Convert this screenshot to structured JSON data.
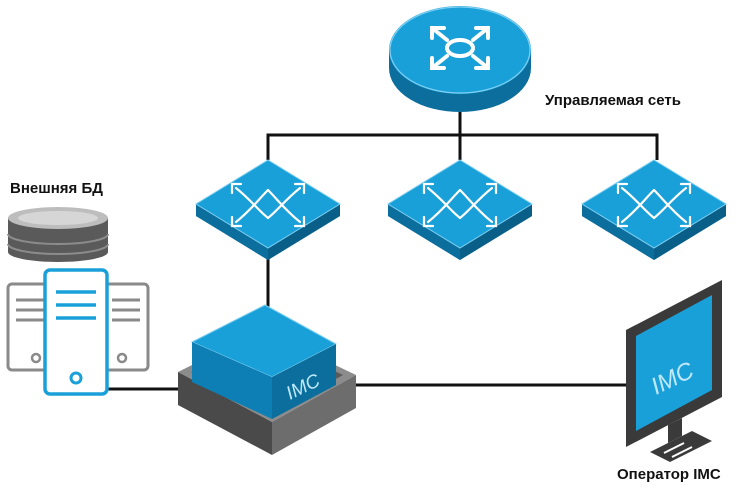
{
  "labels": {
    "managed_network": "Управляемая сеть",
    "external_db": "Внешняя БД",
    "operator": "Оператор IMC",
    "server_brand": "IMC",
    "monitor_brand": "IMC"
  },
  "colors": {
    "device_blue": "#1aa0d8",
    "device_blue_dark": "#0d7fb5",
    "device_blue_side": "#0b6e9c",
    "device_edge_light": "#7fd0f2",
    "link_line": "#111111",
    "base_dark": "#4a4a4a",
    "base_mid": "#6d6d6d",
    "base_light": "#8c8c8c",
    "db_gray": "#5a5a5a",
    "server_outline": "#8a8a8a",
    "monitor_dark": "#3a3a3a"
  },
  "icons": {
    "router": "router-icon",
    "switch": "switch-icon",
    "database": "database-icon",
    "server": "server-icon",
    "appliance": "imc-appliance-icon",
    "monitor": "monitor-icon"
  }
}
